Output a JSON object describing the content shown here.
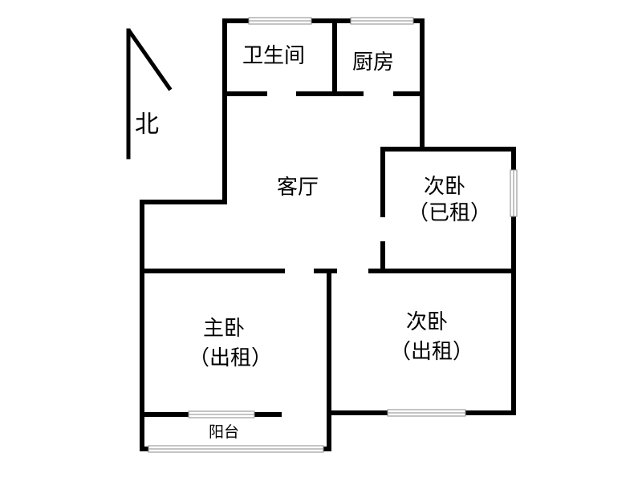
{
  "compass": {
    "label": "北"
  },
  "rooms": {
    "bathroom": "卫生间",
    "kitchen": "厨房",
    "living_room": "客厅",
    "second_bedroom_ne": {
      "name": "次卧",
      "status": "（已租）"
    },
    "master_bedroom": {
      "name": "主卧",
      "status": "（出租）"
    },
    "second_bedroom_se": {
      "name": "次卧",
      "status": "（出租）"
    },
    "balcony": "阳台"
  }
}
